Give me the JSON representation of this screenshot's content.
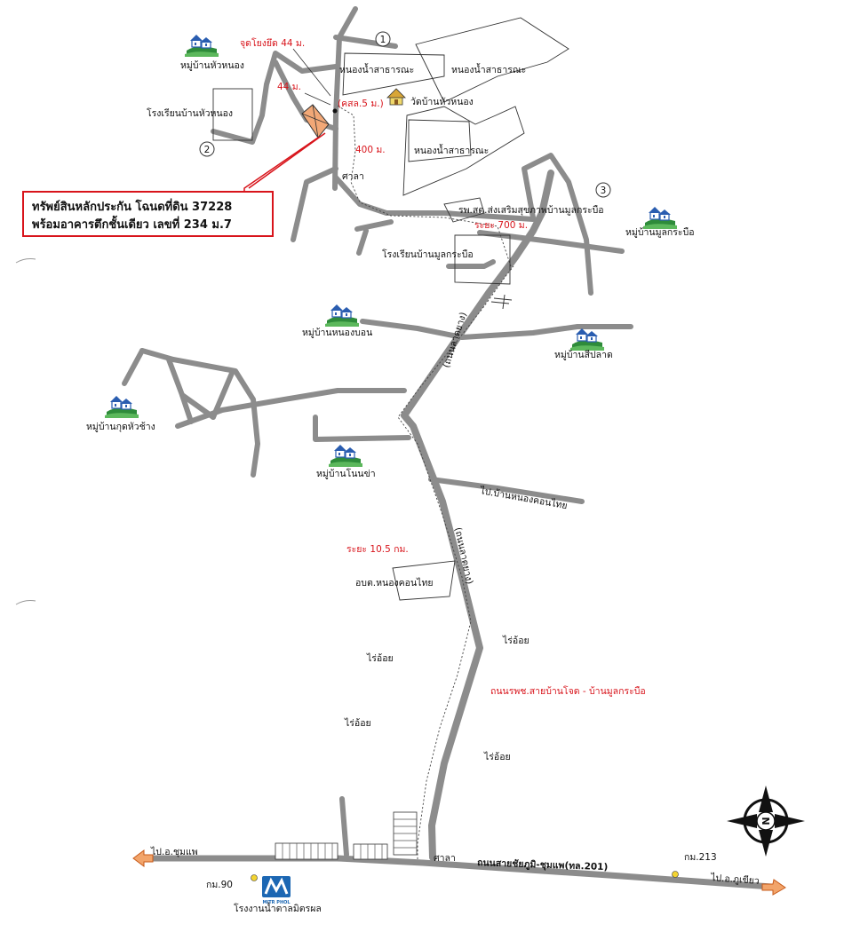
{
  "collateral_box": {
    "line1": "ทรัพย์สินหลักประกัน โฉนดที่ดิน 37228",
    "line2": "พร้อมอาคารตึกชั้นเดียว เลขที่ 234 ม.7",
    "border_color": "#d8141b"
  },
  "markers": {
    "m1": "1",
    "m2": "2",
    "m3": "3"
  },
  "distances": {
    "lane44_junction": "จุดโยงยึด 44 ม.",
    "lane44": "44 ม.",
    "km_sign": "(คสล.5 ม.)",
    "d400": "400 ม.",
    "d700": "ระยะ 700 ม.",
    "d10_5": "ระยะ 10.5 กม."
  },
  "places": {
    "village_hua_nong": "หมู่บ้านหัวหนอง",
    "school_hua_nong": "โรงเรียนบ้านหัวหนอง",
    "pond1": "หนองน้ำสาธารณะ",
    "pond2": "หนองน้ำสาธารณะ",
    "pond3": "หนองน้ำสาธารณะ",
    "temple": "วัดบ้านหัวหนอง",
    "sala_top": "ศาลา",
    "health_center": "รพ.สต.ส่งเสริมสุขภาพบ้านมูลกระบือ",
    "village_mun_krabue": "หมู่บ้านมูลกระบือ",
    "school_mun_krabue": "โรงเรียนบ้านมูลกระบือ",
    "village_nong_bon": "หมู่บ้านหนองบอน",
    "village_si_plat": "หมู่บ้านสีปลาด",
    "village_kut_hua_chang": "หมู่บ้านกุดหัวช้าง",
    "village_non_kha": "หมู่บ้านโนนข่า",
    "to_nong_khon_thai": "ไป.บ้านหนองคอนไทย",
    "road_paved_1": "(ถนนลาดยาง)",
    "road_paved_2": "(ถนนลาดยาง)",
    "tao_nong_khon_thai": "อบต.หนองคอนไทย",
    "sugarcane_1": "ไร่อ้อย",
    "sugarcane_2": "ไร่อ้อย",
    "sugarcane_3": "ไร่อ้อย",
    "sugarcane_4": "ไร่อ้อย",
    "main_local_road": "ถนนรพช.สายบ้านโจด - บ้านมูลกระบือ",
    "sala_bottom": "ศาลา",
    "highway": "ถนนสายชัยภูมิ-ชุมแพ(ทล.201)",
    "to_chum_phae": "ไป.อ.ชุมแพ",
    "to_phu_khiao": "ไป.อ.ภูเขียว",
    "km90": "กม.90",
    "km213": "กม.213",
    "sugar_factory": "โรงงานน้ำตาลมิตรผล",
    "mitr_phol_logo": "MITR PHOL"
  },
  "compass": {
    "north": "N"
  },
  "colors": {
    "road": "#8c8c8c",
    "label_red": "#d8141b",
    "arrow_orange": "#f2a46a",
    "village_green": "#2e8b3a",
    "village_blue": "#2a5db0",
    "logo_blue": "#1c67b3",
    "km_marker_yellow": "#f3d431"
  }
}
